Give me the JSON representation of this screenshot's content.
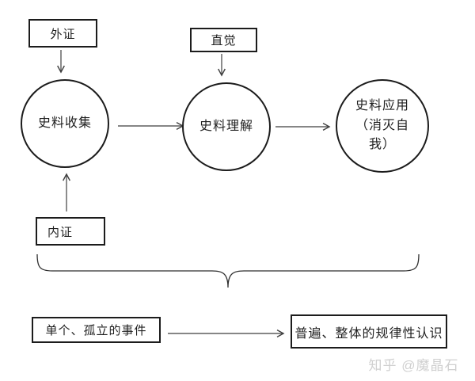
{
  "diagram": {
    "boxes": {
      "external": {
        "label": "外证"
      },
      "intuition": {
        "label": "直觉"
      },
      "internal": {
        "label": "内证"
      },
      "single_events": {
        "label": "单个、孤立的事件"
      },
      "universal_pattern": {
        "label": "普遍、整体的规律性认识"
      }
    },
    "circles": {
      "collection": {
        "label": "史料收集"
      },
      "understanding": {
        "label": "史料理解"
      },
      "application": {
        "label": "史料应用（消灭自我）",
        "display": "史料应用\n（消灭自\n我）"
      }
    },
    "connections": [
      {
        "from": "外证",
        "to": "史料收集",
        "direction": "down"
      },
      {
        "from": "内证",
        "to": "史料收集",
        "direction": "up"
      },
      {
        "from": "直觉",
        "to": "史料理解",
        "direction": "down"
      },
      {
        "from": "史料收集",
        "to": "史料理解",
        "direction": "right"
      },
      {
        "from": "史料理解",
        "to": "史料应用（消灭自我）",
        "direction": "right"
      },
      {
        "from": "单个、孤立的事件",
        "to": "普遍、整体的规律性认识",
        "direction": "right"
      }
    ],
    "brace": {
      "groups": [
        "史料收集",
        "史料理解",
        "史料应用（消灭自我）"
      ],
      "style": "under-brace"
    },
    "watermark": {
      "label": "知乎 @魔晶石"
    },
    "colors": {
      "background": "#ffffff",
      "border": "#1c1c1c",
      "arrow": "#3f3f3f",
      "text": "#1f1f1f",
      "watermark": "#d0d0d0"
    }
  }
}
